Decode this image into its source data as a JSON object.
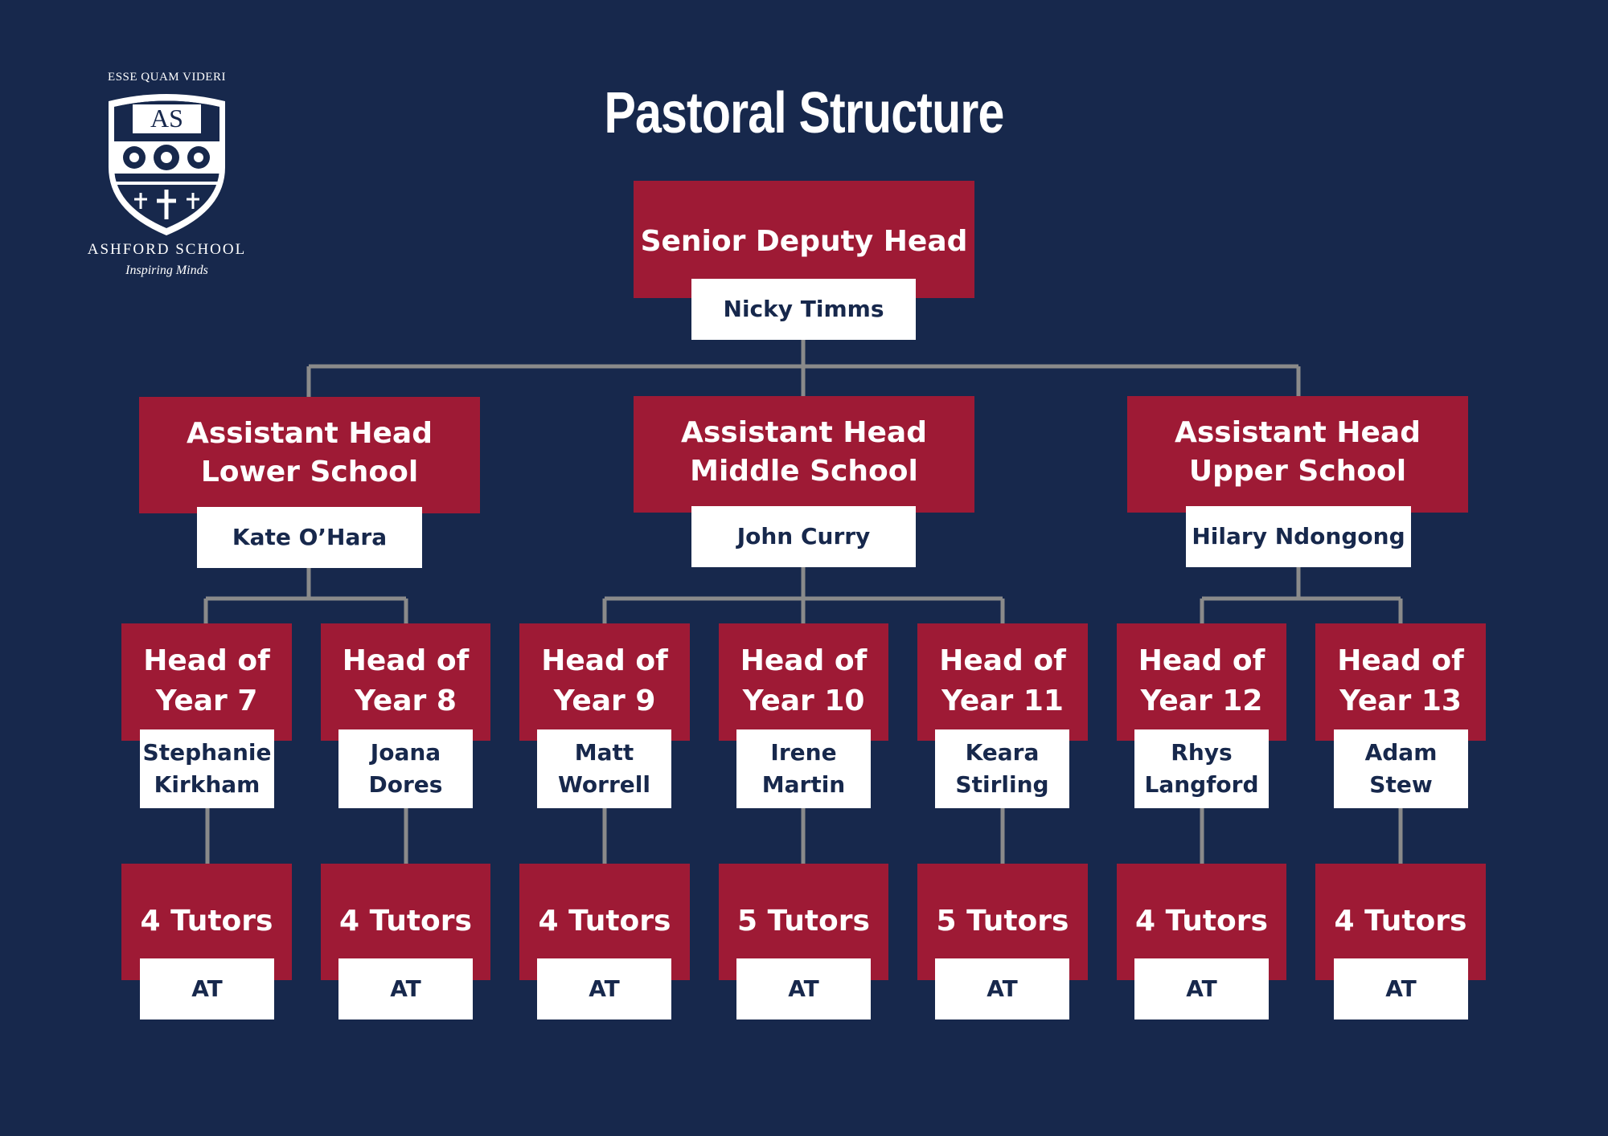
{
  "title": "Pastoral Structure",
  "logo": {
    "motto": "ESSE QUAM VIDERI",
    "initials": "AS",
    "name": "ASHFORD SCHOOL",
    "tagline": "Inspiring Minds"
  },
  "colors": {
    "background": "#17284c",
    "role_box": "#9e1a35",
    "name_box": "#ffffff",
    "connector": "#8a8a8a"
  },
  "top": {
    "role": "Senior Deputy Head",
    "name": "Nicky Timms"
  },
  "assistants": [
    {
      "role": "Assistant Head\nLower School",
      "name": "Kate O’Hara"
    },
    {
      "role": "Assistant Head\nMiddle School",
      "name": "John Curry"
    },
    {
      "role": "Assistant Head\nUpper School",
      "name": "Hilary Ndongong"
    }
  ],
  "years": [
    {
      "role": "Head of\nYear 7",
      "name": "Stephanie\nKirkham",
      "tutors": "4 Tutors",
      "at": "AT"
    },
    {
      "role": "Head of\nYear 8",
      "name": "Joana\nDores",
      "tutors": "4 Tutors",
      "at": "AT"
    },
    {
      "role": "Head of\nYear 9",
      "name": "Matt\nWorrell",
      "tutors": "4 Tutors",
      "at": "AT"
    },
    {
      "role": "Head of\nYear 10",
      "name": "Irene\nMartin",
      "tutors": "5 Tutors",
      "at": "AT"
    },
    {
      "role": "Head of\nYear 11",
      "name": "Keara\nStirling",
      "tutors": "5 Tutors",
      "at": "AT"
    },
    {
      "role": "Head of\nYear 12",
      "name": "Rhys\nLangford",
      "tutors": "4 Tutors",
      "at": "AT"
    },
    {
      "role": "Head of\nYear 13",
      "name": "Adam\nStew",
      "tutors": "4 Tutors",
      "at": "AT"
    }
  ]
}
